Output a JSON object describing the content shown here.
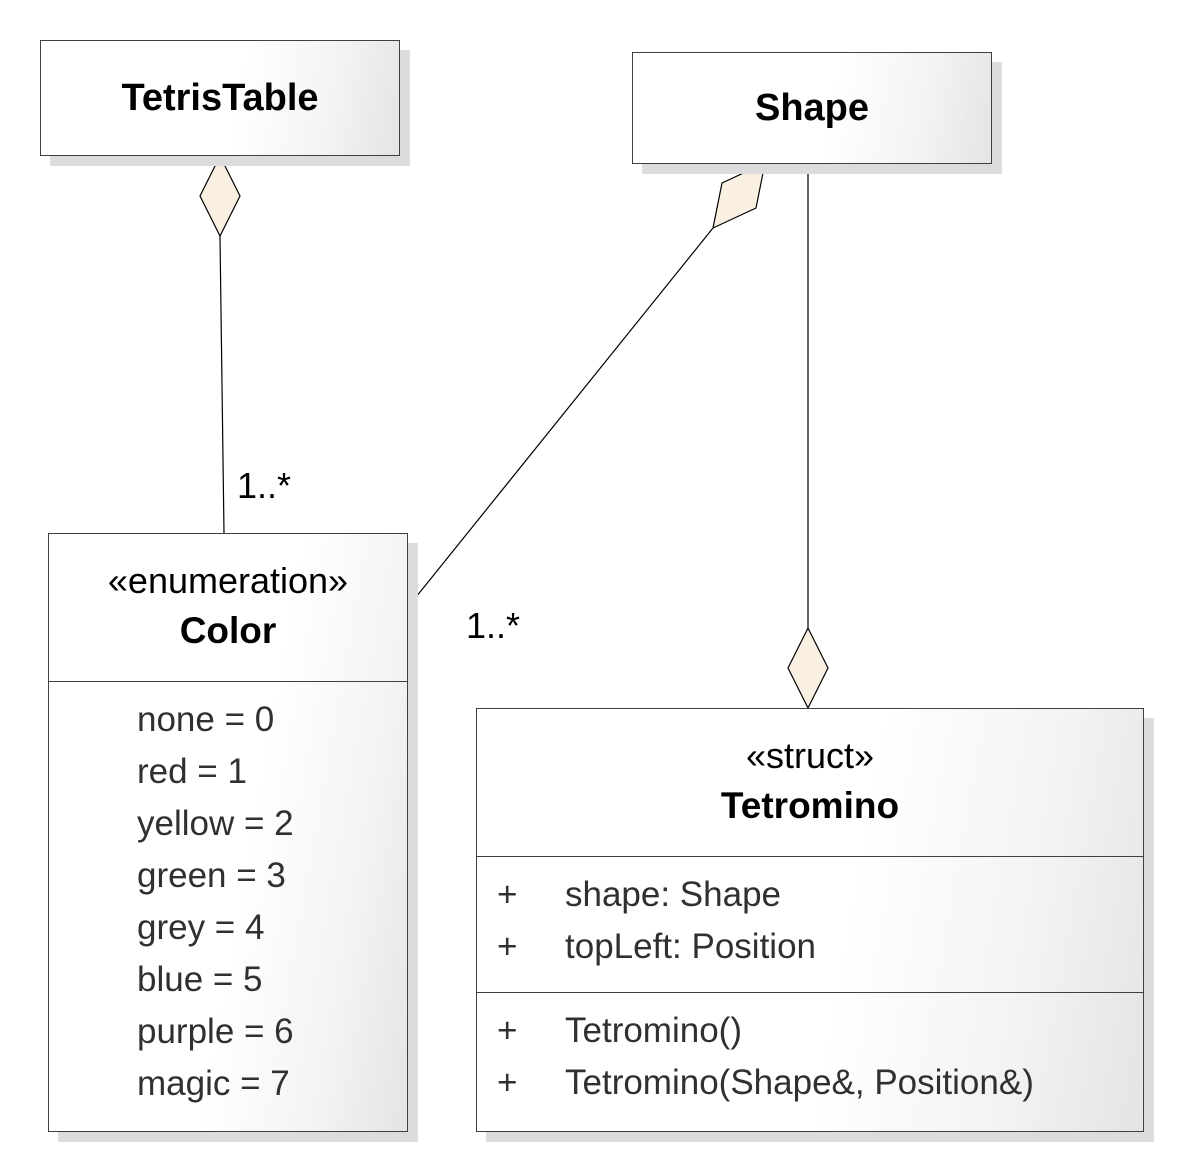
{
  "diagram": {
    "tetris_table": {
      "name": "TetrisTable"
    },
    "shape": {
      "name": "Shape"
    },
    "color": {
      "stereotype": "«enumeration»",
      "name": "Color",
      "literals": [
        "none = 0",
        "red = 1",
        "yellow = 2",
        "green = 3",
        "grey = 4",
        "blue = 5",
        "purple = 6",
        "magic = 7"
      ]
    },
    "tetromino": {
      "stereotype": "«struct»",
      "name": "Tetromino",
      "attributes": [
        {
          "visibility": "+",
          "text": "shape: Shape"
        },
        {
          "visibility": "+",
          "text": "topLeft: Position"
        }
      ],
      "operations": [
        {
          "visibility": "+",
          "text": "Tetromino()"
        },
        {
          "visibility": "+",
          "text": "Tetromino(Shape&, Position&)"
        }
      ]
    },
    "associations": {
      "table_color_multiplicity": "1..*",
      "shape_color_multiplicity": "1..*"
    },
    "colors": {
      "diamond_fill": "#faf0e2",
      "line": "#000000",
      "border": "#404040",
      "shadow": "#dcdcdc"
    }
  }
}
